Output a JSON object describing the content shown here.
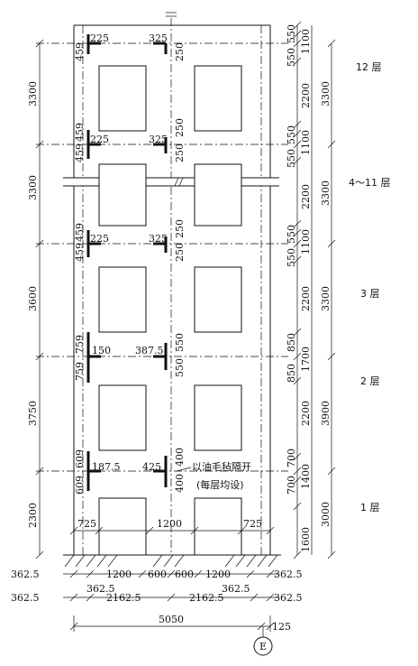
{
  "floors": {
    "f12": "12 层",
    "f4_11": "4～11 层",
    "f3": "3 层",
    "f2": "2 层",
    "f1": "1 层"
  },
  "note": {
    "line1": "以油毛毡隔开",
    "line2": "(每层均设)"
  },
  "axis": {
    "label": "E",
    "offset": "125"
  },
  "left_dims": [
    "3300",
    "3300",
    "3600",
    "3750",
    "2300"
  ],
  "right_outer_dims": [
    "3300",
    "3300",
    "3300",
    "3900",
    "3000"
  ],
  "right_inner_dims": [
    "550",
    "550",
    "1100",
    "2200",
    "550",
    "550",
    "1100",
    "2200",
    "550",
    "550",
    "1100",
    "2200",
    "850",
    "1700",
    "850",
    "2200",
    "700",
    "700",
    "1400",
    "1600"
  ],
  "beam_labels": {
    "r12": {
      "v_top": "459",
      "left": "225",
      "right": "325",
      "v_mid": "250"
    },
    "r11": {
      "v_top": "459",
      "v_bot": "459",
      "left": "225",
      "right": "325",
      "v_a": "250",
      "v_b": "250"
    },
    "r3": {
      "v_top": "459",
      "v_bot": "459",
      "left": "225",
      "right": "325",
      "v_a": "250",
      "v_b": "250"
    },
    "r2": {
      "v_top": "759",
      "v_bot": "759",
      "left": "150",
      "right": "387.5",
      "v_a": "550",
      "v_b": "550"
    },
    "r1": {
      "v_top": "609",
      "v_bot": "609",
      "left": "187.5",
      "right": "425",
      "v_a": "400",
      "v_b": "400"
    }
  },
  "ground_dims": {
    "left_wall": "725",
    "middle": "1200",
    "right_wall": "725"
  },
  "bottom_dims": {
    "row1": [
      "362.5",
      "1200",
      "600",
      "600",
      "1200",
      "362.5"
    ],
    "row2": [
      "362.5",
      "362.5",
      "2162.5",
      "2162.5",
      "362.5",
      "362.5"
    ],
    "total": "5050"
  }
}
